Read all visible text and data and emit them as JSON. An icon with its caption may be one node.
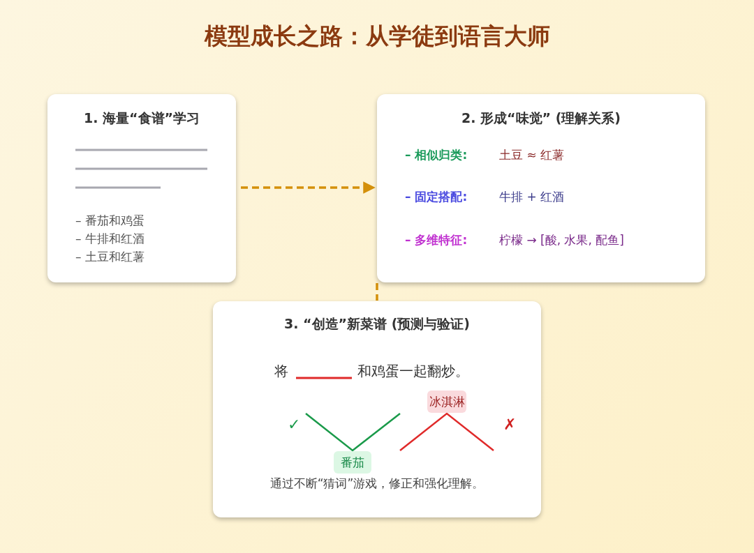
{
  "diagram": {
    "title": "模型成长之路：从学徒到语言大师",
    "nodes": [
      {
        "text": [
          "1. 海量“食谱”学习",
          "– 番茄和鸡蛋",
          "– 牛排和红酒",
          "– 土豆和红薯"
        ]
      },
      {
        "text": [
          "2. 形成“味觉” (理解关系)",
          "– 相似归类:",
          "土豆 ≈ 红薯",
          "– 固定搭配:",
          "牛排 + 红酒",
          "– 多维特征:",
          "柠檬 → [酸, 水果, 配鱼]"
        ]
      },
      {
        "text": [
          "3. “创造”新菜谱 (预测与验证)",
          "将",
          "和鸡蛋一起翻炒。",
          "✓",
          "✗",
          "通过不断“猜词”游戏，修正和强化理解。"
        ]
      },
      {
        "text": [
          "番茄"
        ],
        "in": 2
      },
      {
        "text": [
          "冰淇淋"
        ],
        "in": 2
      }
    ],
    "edges": [
      {
        "from": 0,
        "to": 1,
        "arrow": "to",
        "style": "dashed",
        "color": "#d4900a"
      },
      {
        "from": 1,
        "to": 2,
        "arrow": "none",
        "style": "dashed",
        "color": "#d4900a"
      }
    ]
  }
}
